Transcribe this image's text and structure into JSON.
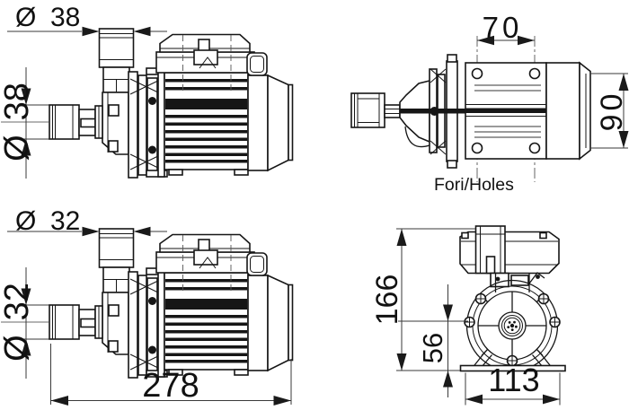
{
  "drawing": {
    "background": "#ffffff",
    "ink": "#161616",
    "views": {
      "side_38": {
        "outlet_dia": {
          "symbol": "Ø",
          "value": "38"
        },
        "inlet_dia": {
          "symbol": "Ø",
          "value": "38"
        }
      },
      "top": {
        "hole_spacing": "70",
        "hole_row_spacing": "90",
        "holes_label": "Fori/Holes"
      },
      "side_32": {
        "outlet_dia": {
          "symbol": "Ø",
          "value": "32"
        },
        "inlet_dia": {
          "symbol": "Ø",
          "value": "32"
        },
        "overall_length": "278"
      },
      "front": {
        "overall_height": "166",
        "axis_height": "56",
        "base_width": "113"
      }
    }
  }
}
